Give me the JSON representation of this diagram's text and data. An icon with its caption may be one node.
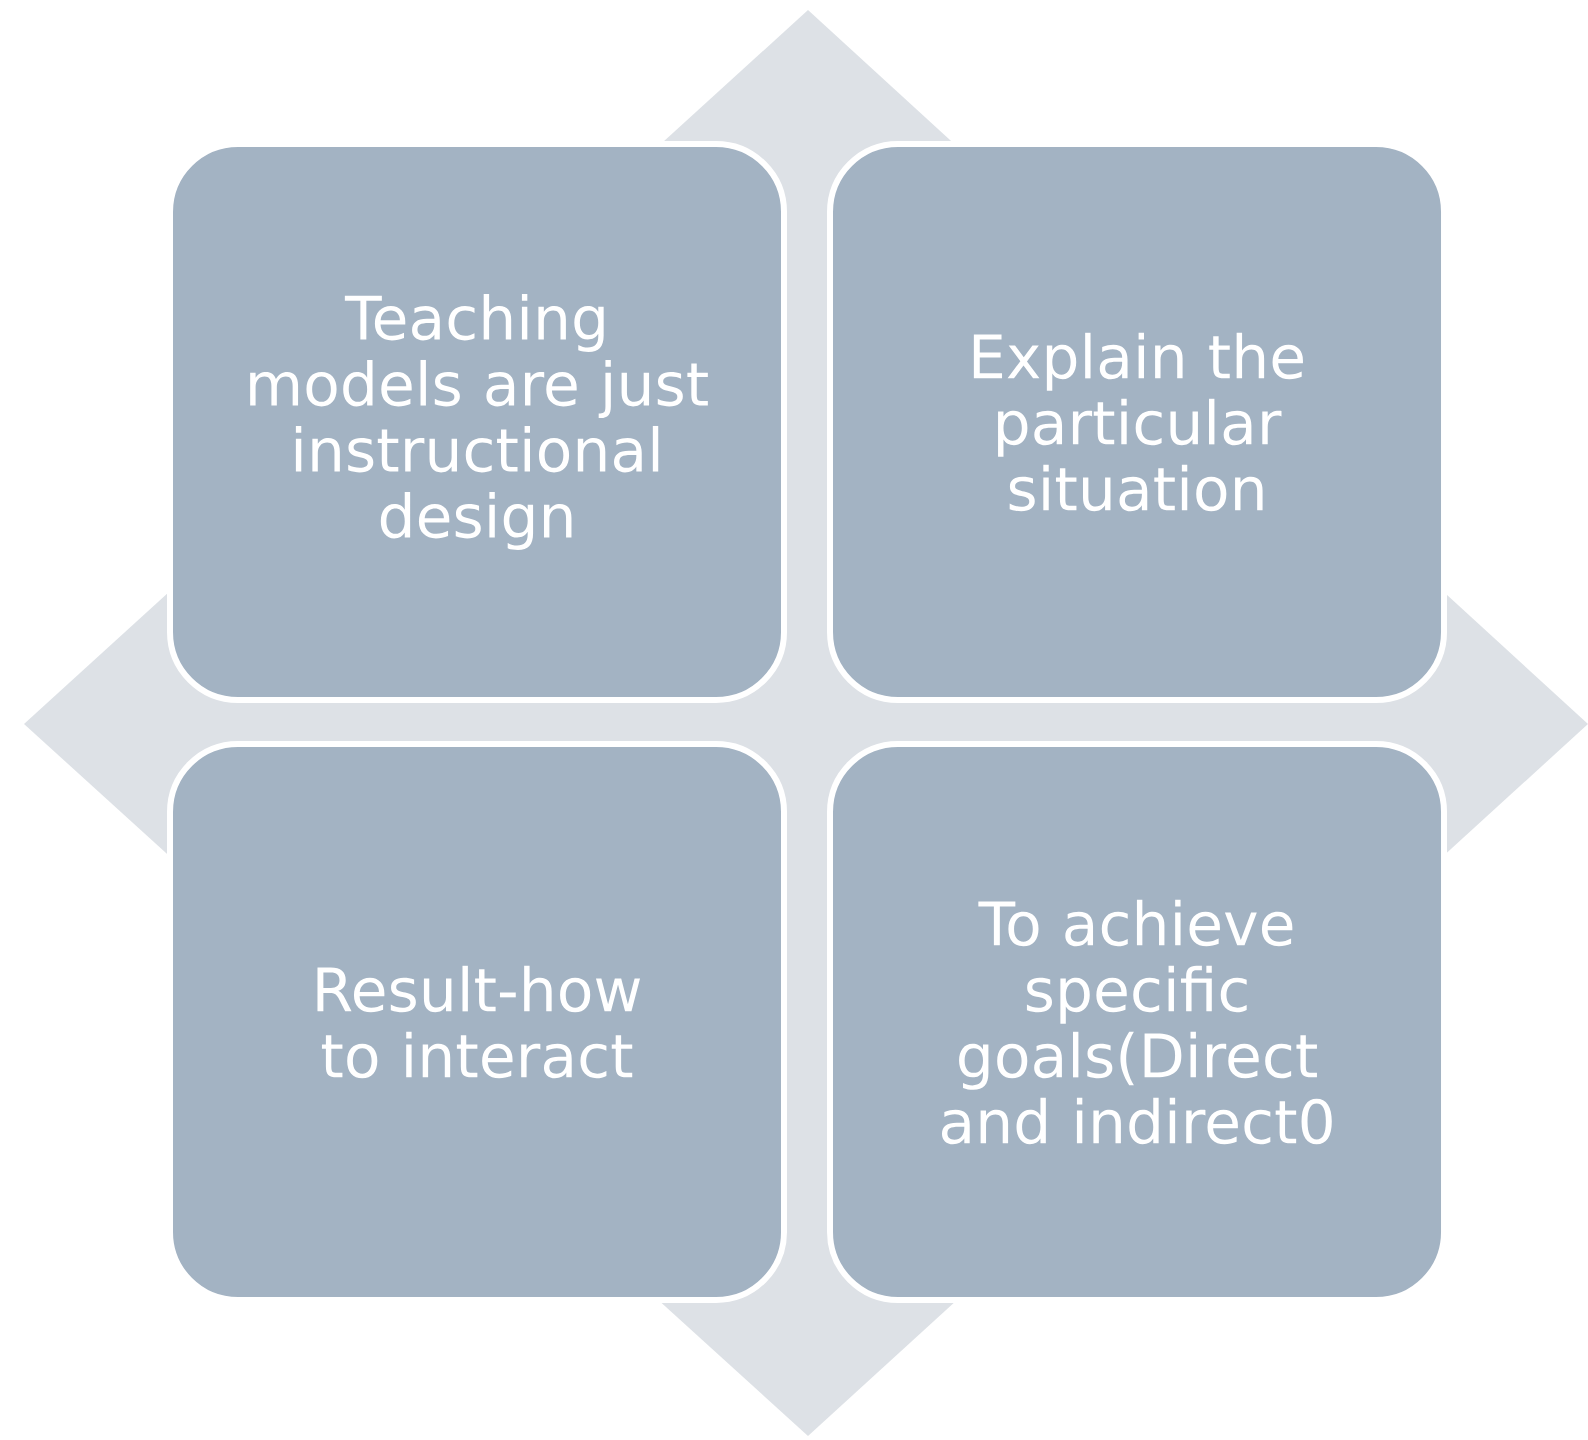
{
  "diagram": {
    "nodes": [
      {
        "text": [
          "Teaching models are just instructional design"
        ]
      },
      {
        "text": [
          "Explain the particular situation"
        ]
      },
      {
        "text": [
          "Result-how to interact"
        ]
      },
      {
        "text": [
          "To achieve specific goals(Direct and indirect0"
        ]
      }
    ]
  }
}
